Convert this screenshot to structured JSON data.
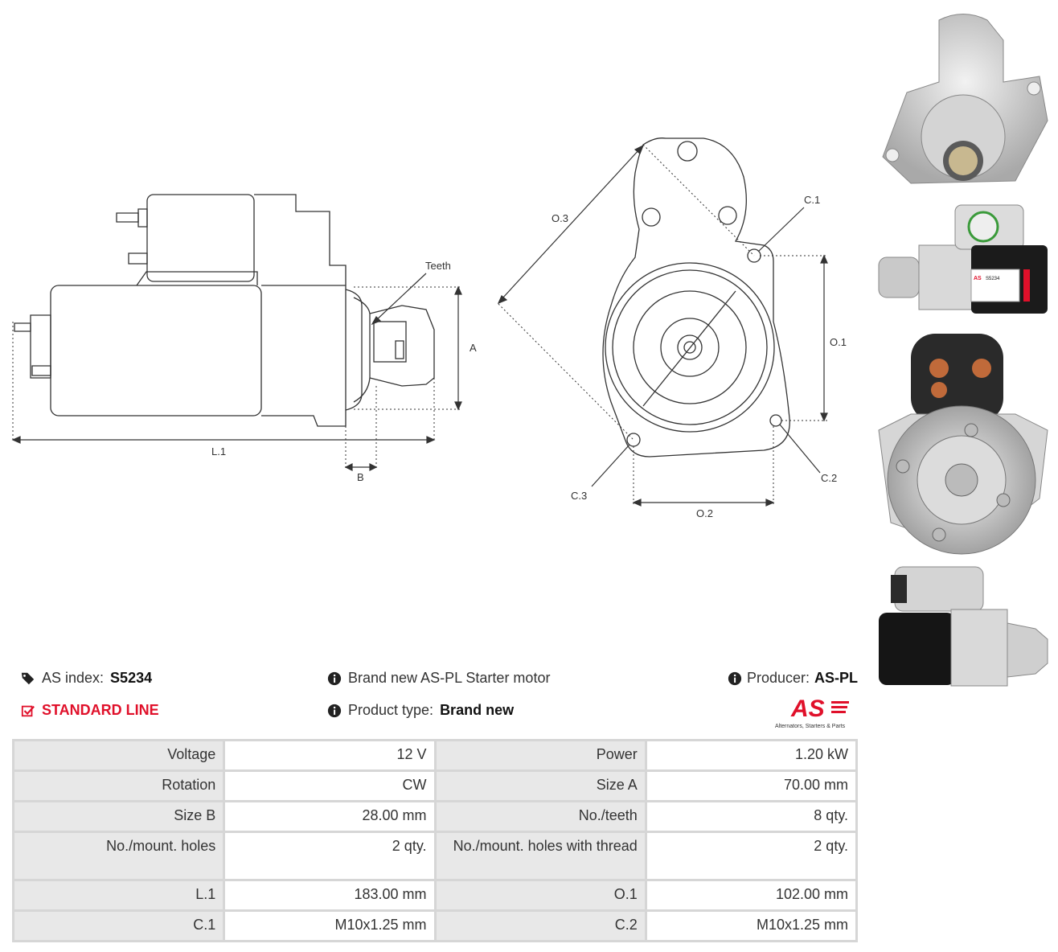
{
  "drawing": {
    "labels": {
      "teeth": "Teeth",
      "a": "A",
      "b": "B",
      "l1": "L.1",
      "o1": "O.1",
      "o2": "O.2",
      "o3": "O.3",
      "c1": "C.1",
      "c2": "C.2",
      "c3": "C.3"
    }
  },
  "badges": {
    "sticker_title": "S5234"
  },
  "info": {
    "as_index_label": "AS index:",
    "as_index_value": "S5234",
    "line": "STANDARD LINE",
    "description": "Brand new AS-PL Starter motor",
    "product_type_label": "Product type:",
    "product_type_value": "Brand new",
    "producer_label": "Producer:",
    "producer_value": "AS-PL",
    "logo_text": "AS",
    "logo_tagline": "Alternators, Starters & Parts"
  },
  "colors": {
    "accent_red": "#e0102a",
    "table_key_bg": "#e8e8e8",
    "table_border": "#d6d6d6"
  },
  "specs": [
    {
      "k1": "Voltage",
      "v1": "12 V",
      "k2": "Power",
      "v2": "1.20 kW"
    },
    {
      "k1": "Rotation",
      "v1": "CW",
      "k2": "Size A",
      "v2": "70.00 mm"
    },
    {
      "k1": "Size B",
      "v1": "28.00 mm",
      "k2": "No./teeth",
      "v2": "8 qty."
    },
    {
      "k1": "No./mount. holes",
      "v1": "2 qty.",
      "k2": "No./mount. holes with thread",
      "v2": "2 qty."
    },
    {
      "k1": "L.1",
      "v1": "183.00 mm",
      "k2": "O.1",
      "v2": "102.00 mm"
    },
    {
      "k1": "C.1",
      "v1": "M10x1.25 mm",
      "k2": "C.2",
      "v2": "M10x1.25 mm"
    }
  ]
}
